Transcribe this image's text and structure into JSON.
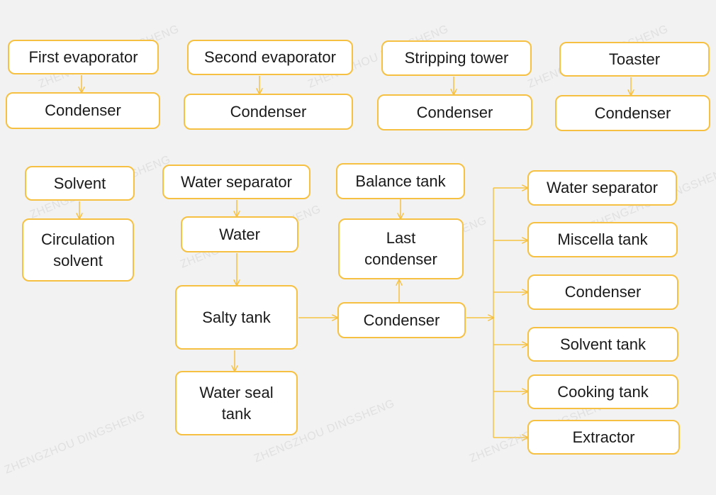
{
  "diagram": {
    "colors": {
      "background": "#f2f2f2",
      "node_border": "#f6c142",
      "node_fill": "#ffffff",
      "arrow": "#f6c142",
      "text": "#1a1a1a"
    },
    "watermark_text": "ZHENGZHOU DINGSHENG",
    "nodes": {
      "first_evaporator": "First evaporator",
      "condenser_1": "Condenser",
      "second_evaporator": "Second evaporator",
      "condenser_2": "Condenser",
      "stripping_tower": "Stripping tower",
      "condenser_3": "Condenser",
      "toaster": "Toaster",
      "condenser_4": "Condenser",
      "solvent": "Solvent",
      "circulation_solvent": "Circulation\nsolvent",
      "water_separator_top": "Water separator",
      "water": "Water",
      "salty_tank": "Salty tank",
      "water_seal_tank": "Water seal\ntank",
      "balance_tank": "Balance tank",
      "last_condenser": "Last\ncondenser",
      "condenser_center": "Condenser",
      "water_separator_right": "Water separator",
      "miscella_tank": "Miscella tank",
      "condenser_right": "Condenser",
      "solvent_tank": "Solvent tank",
      "cooking_tank": "Cooking tank",
      "extractor": "Extractor"
    }
  }
}
